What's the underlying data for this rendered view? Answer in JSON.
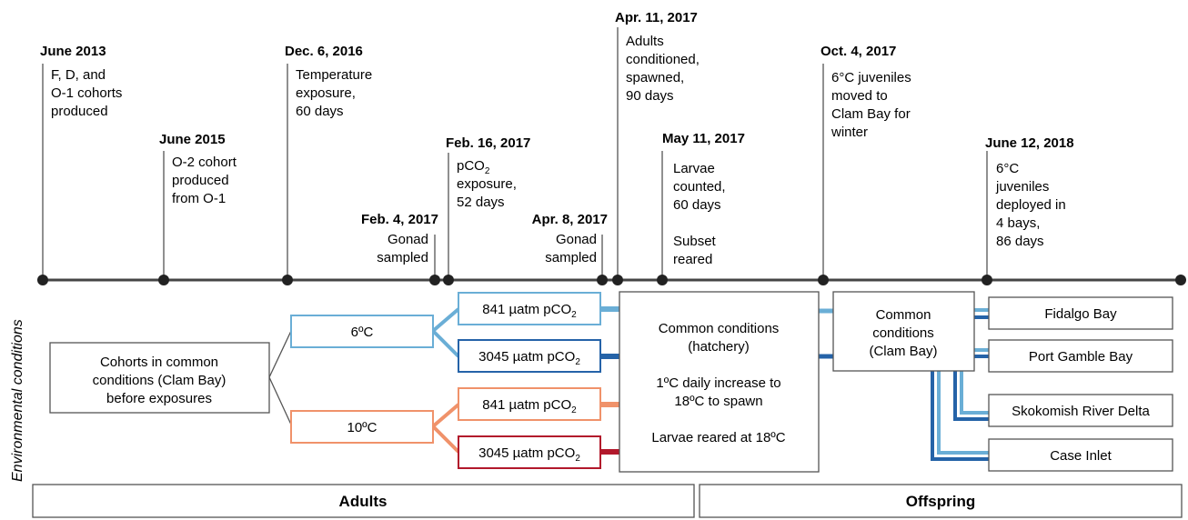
{
  "events": [
    {
      "id": "june2013",
      "date": "June 2013",
      "lines": [
        "F, D, and",
        "O-1 cohorts",
        "produced"
      ]
    },
    {
      "id": "june2015",
      "date": "June 2015",
      "lines": [
        "O-2 cohort",
        "produced",
        "from O-1"
      ]
    },
    {
      "id": "dec2016",
      "date": "Dec. 6, 2016",
      "lines": [
        "Temperature",
        "exposure,",
        "60 days"
      ]
    },
    {
      "id": "feb4",
      "date": "Feb. 4, 2017",
      "lines": [
        "Gonad",
        "sampled"
      ]
    },
    {
      "id": "feb16",
      "date": "Feb. 16, 2017",
      "lines": [
        "pCO2",
        "exposure,",
        "52 days"
      ]
    },
    {
      "id": "apr8",
      "date": "Apr. 8, 2017",
      "lines": [
        "Gonad",
        "sampled"
      ]
    },
    {
      "id": "apr11",
      "date": "Apr. 11, 2017",
      "lines": [
        "Adults",
        "conditioned,",
        "spawned,",
        "90 days"
      ]
    },
    {
      "id": "may11",
      "date": "May 11, 2017",
      "lines": [
        "Larvae",
        "counted,",
        "60 days",
        "",
        "Subset",
        "reared"
      ]
    },
    {
      "id": "oct4",
      "date": "Oct. 4, 2017",
      "lines": [
        "6°C juveniles",
        "moved to",
        "Clam Bay for",
        "winter"
      ]
    },
    {
      "id": "june2018",
      "date": "June 12, 2018",
      "lines": [
        "6°C",
        "juveniles",
        "deployed in",
        "4 bays,",
        "86 days"
      ]
    }
  ],
  "y_axis_label": "Environmental conditions",
  "boxes": {
    "cohorts": [
      "Cohorts in common",
      "conditions (Clam Bay)",
      "before exposures"
    ],
    "temp6": "6ºC",
    "temp10": "10ºC",
    "p841_6": "841 µatm pCO2",
    "p3045_6": "3045 µatm pCO2",
    "p841_10": "841 µatm pCO2",
    "p3045_10": "3045 µatm pCO2",
    "hatchery": [
      "Common conditions",
      "(hatchery)",
      "",
      "1ºC daily increase to",
      "18ºC to spawn",
      "",
      "Larvae reared at 18ºC"
    ],
    "clambay": [
      "Common",
      "conditions",
      "(Clam Bay)"
    ],
    "fidalgo": "Fidalgo Bay",
    "portgamble": "Port Gamble Bay",
    "skokomish": "Skokomish River Delta",
    "case": "Case Inlet"
  },
  "bands": {
    "adults": "Adults",
    "offspring": "Offspring"
  },
  "colors": {
    "light_blue": "#6aaed6",
    "dark_blue": "#2563a8",
    "light_orange": "#f0926a",
    "dark_red": "#b2182b",
    "gray": "#555555"
  }
}
